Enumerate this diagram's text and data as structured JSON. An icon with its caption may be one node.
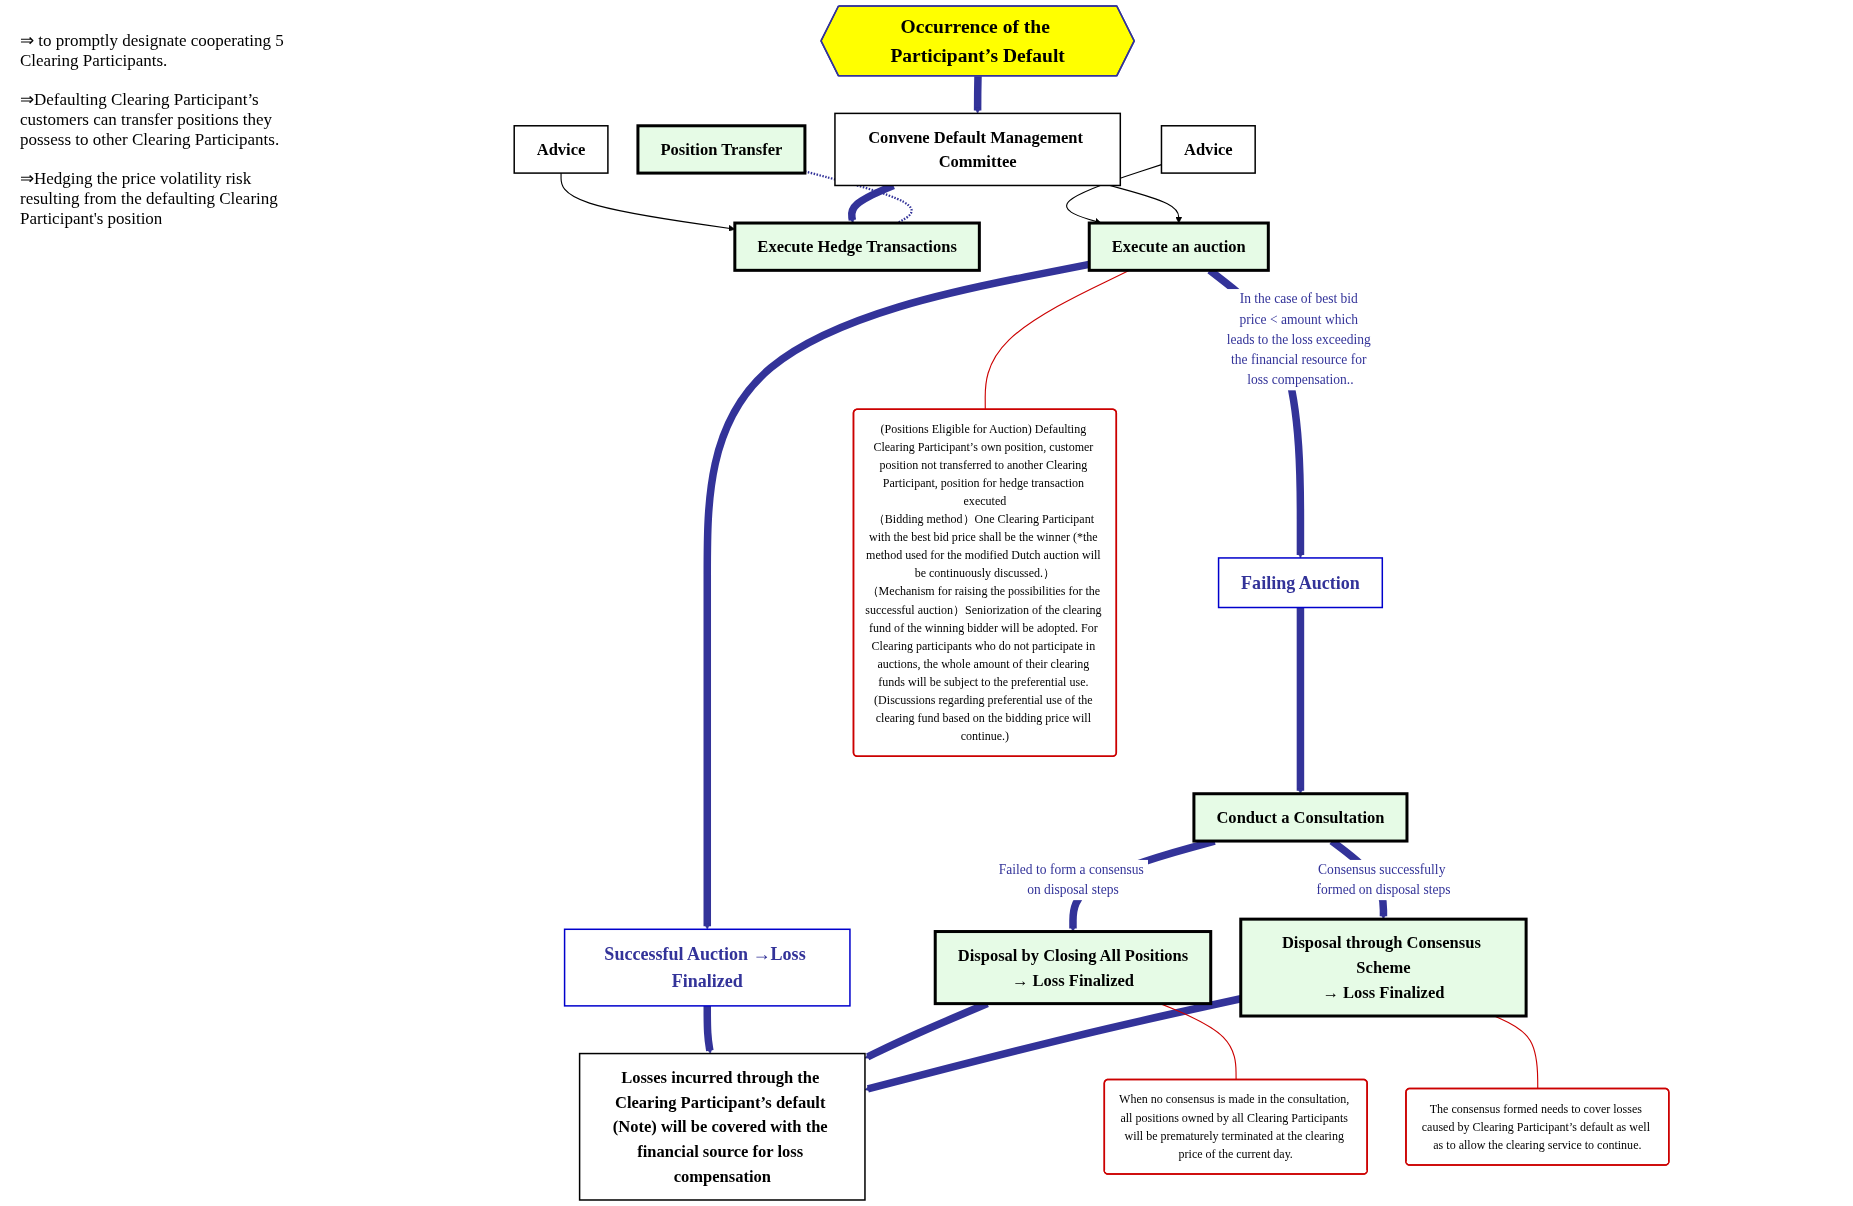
{
  "diagram": {
    "nodes": [
      {
        "text": [
          "Occurrence of the Participant’s Default"
        ]
      },
      {
        "text": [
          "Convene Default Management Committee"
        ]
      },
      {
        "text": [
          "Position Transfer"
        ]
      },
      {
        "text": [
          "Advice"
        ]
      },
      {
        "text": [
          "Execute Hedge Transactions"
        ]
      },
      {
        "text": [
          "Advice"
        ]
      },
      {
        "text": [
          "Execute an auction"
        ]
      },
      {
        "text": [
          "Failing Auction"
        ]
      },
      {
        "text": [
          "Conduct a Consultation"
        ]
      },
      {
        "text": [
          "Disposal by Closing All Positions",
          "→ Loss Finalized"
        ]
      },
      {
        "text": [
          "Disposal through Consensus Scheme",
          "→ Loss Finalized"
        ]
      },
      {
        "text": [
          "Successful Auction →Loss Finalized"
        ]
      },
      {
        "text": [
          "Losses incurred through the Clearing Participant’s default (Note) will be covered with the financial source for loss compensation"
        ]
      },
      {
        "text": [
          "(Positions Eligible for Auction) Defaulting Clearing Participant’s own position, customer position not transferred to another Clearing Participant, position for hedge transaction executed",
          "（Bidding method）One Clearing Participant with the best bid price shall be the winner (*the method used for the modified Dutch auction will be continuously discussed.）",
          "（Mechanism for raising the possibilities for the successful auction）Seniorization of the clearing fund of the winning bidder will be adopted. For Clearing participants who do not participate in auctions, the whole amount of their clearing funds will be subject to the preferential use. (Discussions regarding preferential use of the clearing fund based on the bidding price will continue.)"
        ]
      },
      {
        "text": [
          "When no consensus is made in the consultation, all positions owned by all Clearing Participants will be prematurely terminated at the clearing price of the current day."
        ]
      },
      {
        "text": [
          "The consensus formed needs to cover losses caused by Clearing Participant’s default as well as to allow the clearing service to continue."
        ]
      }
    ],
    "edges": [
      {
        "from": 0,
        "to": 1,
        "arrow": "to"
      },
      {
        "from": 1,
        "to": 4,
        "arrow": "to"
      },
      {
        "from": 2,
        "to": 4,
        "arrow": "none",
        "style": "dashed"
      },
      {
        "from": 1,
        "to": 6,
        "arrow": "to",
        "color": "#000000"
      },
      {
        "from": 3,
        "to": 4,
        "arrow": "to",
        "color": "#000000"
      },
      {
        "from": 5,
        "to": 6,
        "arrow": "to",
        "color": "#000000"
      },
      {
        "from": 6,
        "to": 7,
        "arrow": "to",
        "label": "In the case of best bid price < amount which leads to the loss exceeding the financial resource for loss compensation.."
      },
      {
        "from": 6,
        "to": 11,
        "arrow": "to"
      },
      {
        "from": 7,
        "to": 8,
        "arrow": "to"
      },
      {
        "from": 8,
        "to": 9,
        "arrow": "to",
        "label": "Failed to form a consensus on disposal steps"
      },
      {
        "from": 8,
        "to": 10,
        "arrow": "to",
        "label": "Consensus successfully formed on disposal steps"
      },
      {
        "from": 11,
        "to": 12,
        "arrow": "to"
      },
      {
        "from": 9,
        "to": 12,
        "arrow": "to"
      },
      {
        "from": 10,
        "to": 12,
        "arrow": "to"
      },
      {
        "from": 13,
        "to": 6,
        "arrow": "none",
        "color": "#cc0000"
      },
      {
        "from": 14,
        "to": 9,
        "arrow": "none",
        "color": "#cc0000"
      },
      {
        "from": 15,
        "to": 10,
        "arrow": "none",
        "color": "#cc0000"
      }
    ],
    "labels": [
      "⇒ to promptly designate cooperating 5 Clearing Participants.",
      "⇒Defaulting Clearing Participant’s customers can transfer positions they possess to other Clearing Participants.",
      "⇒Hedging the price volatility risk resulting from the defaulting Clearing Participant's position"
    ]
  }
}
